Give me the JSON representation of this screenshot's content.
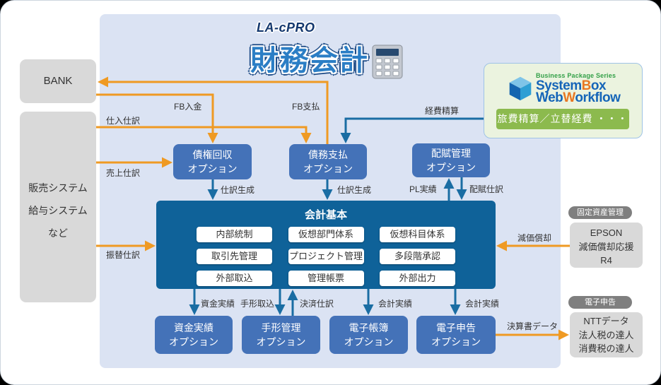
{
  "colors": {
    "orange": "#EF9A23",
    "blue": "#1A6DA3",
    "optbox": "#4472B8",
    "core": "#0F6299",
    "panel": "#DBE3F3",
    "graybox": "#D9D9D9",
    "tag": "#7F7F7F",
    "green": "#8CBA4E",
    "cardgreen": "#EBF3DF",
    "label": "#333333"
  },
  "logo": {
    "brand": "LA-cPRO",
    "title": "財務会計"
  },
  "left_column": {
    "bank": "BANK",
    "systems": [
      "販売システム",
      "給与システム",
      "など"
    ]
  },
  "workflow_card": {
    "series": "Business Package Series",
    "product1": {
      "a": "System",
      "b": "B",
      "c": "ox"
    },
    "product2": {
      "a": "Web",
      "b": "W",
      "c": "orkflow"
    },
    "button": "旅費精算／立替経費 ・・・"
  },
  "top_options": [
    {
      "label": "債権回収\nオプション"
    },
    {
      "label": "債務支払\nオプション"
    },
    {
      "label": "配賦管理\nオプション"
    }
  ],
  "core": {
    "title": "会計基本",
    "modules": [
      "内部統制",
      "仮想部門体系",
      "仮想科目体系",
      "取引先管理",
      "プロジェクト管理",
      "多段階承認",
      "外部取込",
      "管理帳票",
      "外部出力"
    ]
  },
  "bottom_options": [
    {
      "label": "資金実績\nオプション"
    },
    {
      "label": "手形管理\nオプション"
    },
    {
      "label": "電子帳簿\nオプション"
    },
    {
      "label": "電子申告\nオプション"
    }
  ],
  "right_column": {
    "fixed_asset_tag": "固定資産管理",
    "fixed_asset_body": "EPSON\n減価償却応援\nR4",
    "etax_tag": "電子申告",
    "etax_body": "NTTデータ\n法人税の達人\n消費税の達人"
  },
  "flows": {
    "fb_deposit": "FB入金",
    "fb_payment": "FB支払",
    "expense": "経費精算",
    "purchase": "仕入仕訳",
    "sales": "売上仕訳",
    "transfer": "振替仕訳",
    "journal_gen_1": "仕訳生成",
    "journal_gen_2": "仕訳生成",
    "pl_actual": "PL実績",
    "allocation": "配賦仕訳",
    "cash_actual": "資金実績",
    "bill_import": "手形取込",
    "settlement": "決済仕訳",
    "acct_actual_1": "会計実績",
    "acct_actual_2": "会計実績",
    "depreciation": "減価償却",
    "financial_stmt": "決算書データ"
  }
}
